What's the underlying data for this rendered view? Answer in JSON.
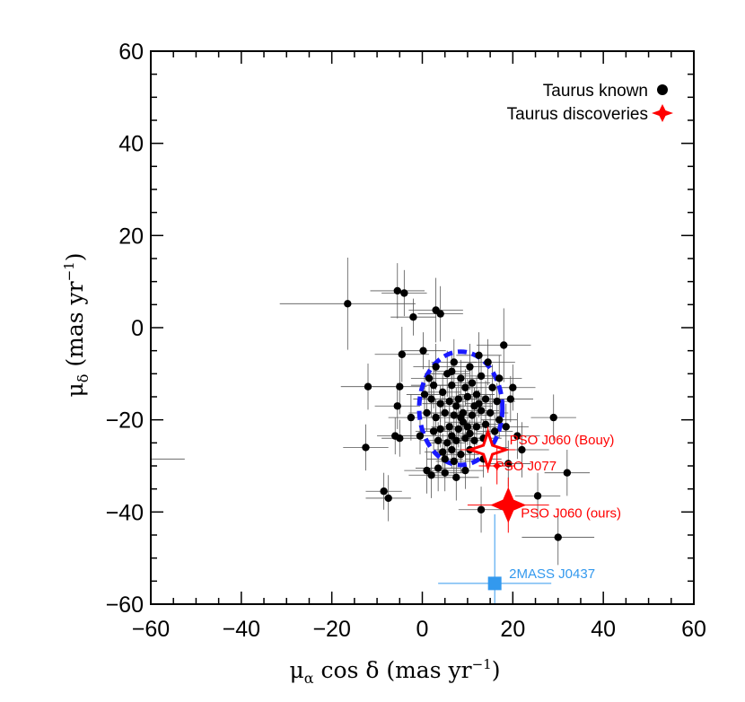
{
  "chart_data": {
    "type": "scatter",
    "xlim": [
      -60,
      60
    ],
    "ylim": [
      -60,
      60
    ],
    "xticks": [
      "−60",
      "−40",
      "−20",
      "0",
      "20",
      "40",
      "60"
    ],
    "xtick_values": [
      -60,
      -40,
      -20,
      0,
      20,
      40,
      60
    ],
    "yticks": [
      "−60",
      "−40",
      "−20",
      "0",
      "20",
      "40",
      "60"
    ],
    "ytick_values": [
      -60,
      -40,
      -20,
      0,
      20,
      40,
      60
    ],
    "xlabel": {
      "mu": "μ",
      "sub": "α",
      "rest": " cos δ (mas yr",
      "sup": "−1",
      "close": ")"
    },
    "ylabel": {
      "mu": "μ",
      "sub": "δ",
      "rest": " (mas yr",
      "sup": "−1",
      "close": ")"
    },
    "legend": {
      "position": "top-right",
      "entries": [
        {
          "label": "Taurus known",
          "marker": "circle",
          "color": "#000000"
        },
        {
          "label": "Taurus discoveries",
          "marker": "star",
          "color": "#ff0000"
        }
      ]
    },
    "colors": {
      "known": "#000000",
      "discovery": "#ff0000",
      "reference": "#3399ee",
      "ellipse": "#1a1aff",
      "errorbar": "#555555"
    },
    "ellipse": {
      "cx": 8.5,
      "cy": -17.5,
      "rx": 9.2,
      "ry": 12.3
    },
    "series": [
      {
        "name": "Taurus known",
        "points": [
          [
            -16.5,
            5.2,
            15,
            10
          ],
          [
            -5.5,
            8.0,
            6,
            6
          ],
          [
            -4.0,
            7.5,
            5,
            5
          ],
          [
            -2.0,
            2.3,
            5,
            4
          ],
          [
            3.0,
            3.8,
            6,
            7
          ],
          [
            4.0,
            3.0,
            5,
            6
          ],
          [
            18.0,
            -3.8,
            6,
            8
          ],
          [
            -4.5,
            -5.8,
            6,
            6
          ],
          [
            0.2,
            -5.0,
            5,
            4
          ],
          [
            -12.0,
            -12.8,
            6,
            5
          ],
          [
            -5.0,
            -12.8,
            6,
            6
          ],
          [
            -5.5,
            -17.0,
            5,
            5
          ],
          [
            -2.5,
            -19.5,
            5,
            5
          ],
          [
            -12.5,
            -26.0,
            5,
            5
          ],
          [
            -6.0,
            -23.5,
            4,
            4
          ],
          [
            -5.0,
            -24.0,
            4,
            4
          ],
          [
            -8.5,
            -35.5,
            4,
            4
          ],
          [
            -7.5,
            -37.0,
            5,
            5
          ],
          [
            -0.5,
            -23.5,
            4,
            4
          ],
          [
            1.0,
            -31.0,
            5,
            5
          ],
          [
            2.0,
            -32.0,
            5,
            5
          ],
          [
            3.5,
            -30.5,
            5,
            5
          ],
          [
            5.0,
            -31.5,
            4,
            4
          ],
          [
            7.5,
            -32.5,
            5,
            5
          ],
          [
            9.5,
            -31.0,
            4,
            4
          ],
          [
            13.0,
            -39.5,
            5,
            5
          ],
          [
            19.0,
            -29.5,
            5,
            5
          ],
          [
            22.0,
            -26.5,
            6,
            6
          ],
          [
            21.0,
            -23.5,
            5,
            5
          ],
          [
            25.5,
            -36.5,
            5,
            5
          ],
          [
            29.0,
            -19.5,
            5,
            5
          ],
          [
            30.0,
            -45.5,
            8,
            6
          ],
          [
            32.0,
            -31.5,
            5,
            5
          ],
          [
            19.5,
            -15.5,
            5,
            5
          ],
          [
            20.0,
            -13.0,
            5,
            5
          ],
          [
            17.0,
            -11.0,
            5,
            5
          ],
          [
            14.5,
            -7.5,
            6,
            5
          ],
          [
            12.5,
            -6.0,
            5,
            5
          ],
          [
            10.5,
            -8.5,
            5,
            5
          ],
          [
            7.0,
            -7.5,
            5,
            5
          ],
          [
            5.5,
            -10.0,
            5,
            5
          ],
          [
            3.0,
            -8.5,
            5,
            5
          ],
          [
            2.5,
            -12.5,
            5,
            5
          ],
          [
            4.5,
            -14.0,
            4,
            4
          ],
          [
            6.5,
            -12.5,
            4,
            4
          ],
          [
            8.5,
            -11.0,
            4,
            4
          ],
          [
            11.0,
            -12.0,
            4,
            4
          ],
          [
            13.0,
            -10.5,
            4,
            4
          ],
          [
            15.5,
            -13.0,
            5,
            5
          ],
          [
            16.5,
            -16.0,
            4,
            4
          ],
          [
            14.0,
            -15.5,
            4,
            4
          ],
          [
            12.0,
            -14.5,
            4,
            4
          ],
          [
            10.0,
            -15.0,
            4,
            4
          ],
          [
            8.0,
            -15.5,
            4,
            4
          ],
          [
            6.0,
            -16.0,
            4,
            4
          ],
          [
            4.0,
            -16.5,
            4,
            4
          ],
          [
            2.0,
            -15.5,
            4,
            4
          ],
          [
            1.0,
            -18.5,
            4,
            4
          ],
          [
            3.0,
            -19.5,
            4,
            4
          ],
          [
            5.0,
            -18.5,
            4,
            4
          ],
          [
            7.0,
            -19.0,
            4,
            4
          ],
          [
            9.0,
            -18.5,
            4,
            4
          ],
          [
            11.0,
            -19.0,
            4,
            4
          ],
          [
            13.0,
            -18.0,
            4,
            4
          ],
          [
            15.0,
            -18.5,
            4,
            4
          ],
          [
            17.0,
            -20.0,
            4,
            4
          ],
          [
            18.5,
            -21.5,
            5,
            5
          ],
          [
            16.0,
            -22.5,
            4,
            4
          ],
          [
            14.0,
            -21.0,
            4,
            4
          ],
          [
            12.0,
            -21.5,
            4,
            4
          ],
          [
            10.0,
            -21.5,
            4,
            4
          ],
          [
            8.0,
            -22.0,
            4,
            4
          ],
          [
            6.0,
            -21.5,
            4,
            4
          ],
          [
            4.0,
            -22.0,
            4,
            4
          ],
          [
            2.5,
            -22.5,
            4,
            4
          ],
          [
            3.5,
            -24.5,
            4,
            4
          ],
          [
            5.5,
            -25.0,
            4,
            4
          ],
          [
            7.5,
            -24.5,
            4,
            4
          ],
          [
            9.5,
            -24.0,
            4,
            4
          ],
          [
            11.5,
            -24.5,
            4,
            4
          ],
          [
            13.5,
            -24.0,
            4,
            4
          ],
          [
            4.5,
            -27.0,
            4,
            4
          ],
          [
            6.5,
            -26.5,
            4,
            4
          ],
          [
            8.5,
            -27.5,
            4,
            4
          ],
          [
            10.5,
            -26.5,
            4,
            4
          ],
          [
            5.0,
            -28.5,
            4,
            4
          ],
          [
            7.0,
            -29.0,
            4,
            4
          ],
          [
            9.0,
            -20.5,
            4,
            4
          ],
          [
            11.5,
            -17.0,
            4,
            4
          ],
          [
            7.5,
            -17.0,
            4,
            4
          ],
          [
            9.5,
            -13.0,
            4,
            4
          ],
          [
            6.5,
            -9.5,
            4,
            4
          ],
          [
            1.5,
            -11.0,
            4,
            4
          ],
          [
            0.5,
            -14.5,
            4,
            4
          ],
          [
            13.5,
            -28.5,
            4,
            4
          ],
          [
            15.0,
            -26.0,
            4,
            4
          ],
          [
            12.5,
            -16.5,
            3,
            3
          ],
          [
            8.5,
            -19.5,
            3,
            3
          ],
          [
            10.5,
            -23.0,
            3,
            3
          ],
          [
            6.5,
            -23.5,
            3,
            3
          ]
        ]
      }
    ],
    "discoveries": [
      {
        "name": "PSO J060 (Bouy)",
        "x": 14.5,
        "y": -26.5,
        "xerr": 6,
        "yerr": 5,
        "style": "open-star"
      },
      {
        "name": "PSO J077",
        "x": 16.5,
        "y": -30.0,
        "xerr": 4,
        "yerr": 4,
        "style": "filled-star-small"
      },
      {
        "name": "PSO J060 (ours)",
        "x": 19.0,
        "y": -38.5,
        "xerr": 9,
        "yerr": 6,
        "style": "filled-star"
      }
    ],
    "reference": {
      "name": "2MASS J0437",
      "x": 16.0,
      "y": -55.5,
      "xerr": 12.5,
      "yerr": 15,
      "marker": "square"
    },
    "stray_errorbar": {
      "x1": -60,
      "x2": -52.5,
      "y": -28.5
    }
  }
}
